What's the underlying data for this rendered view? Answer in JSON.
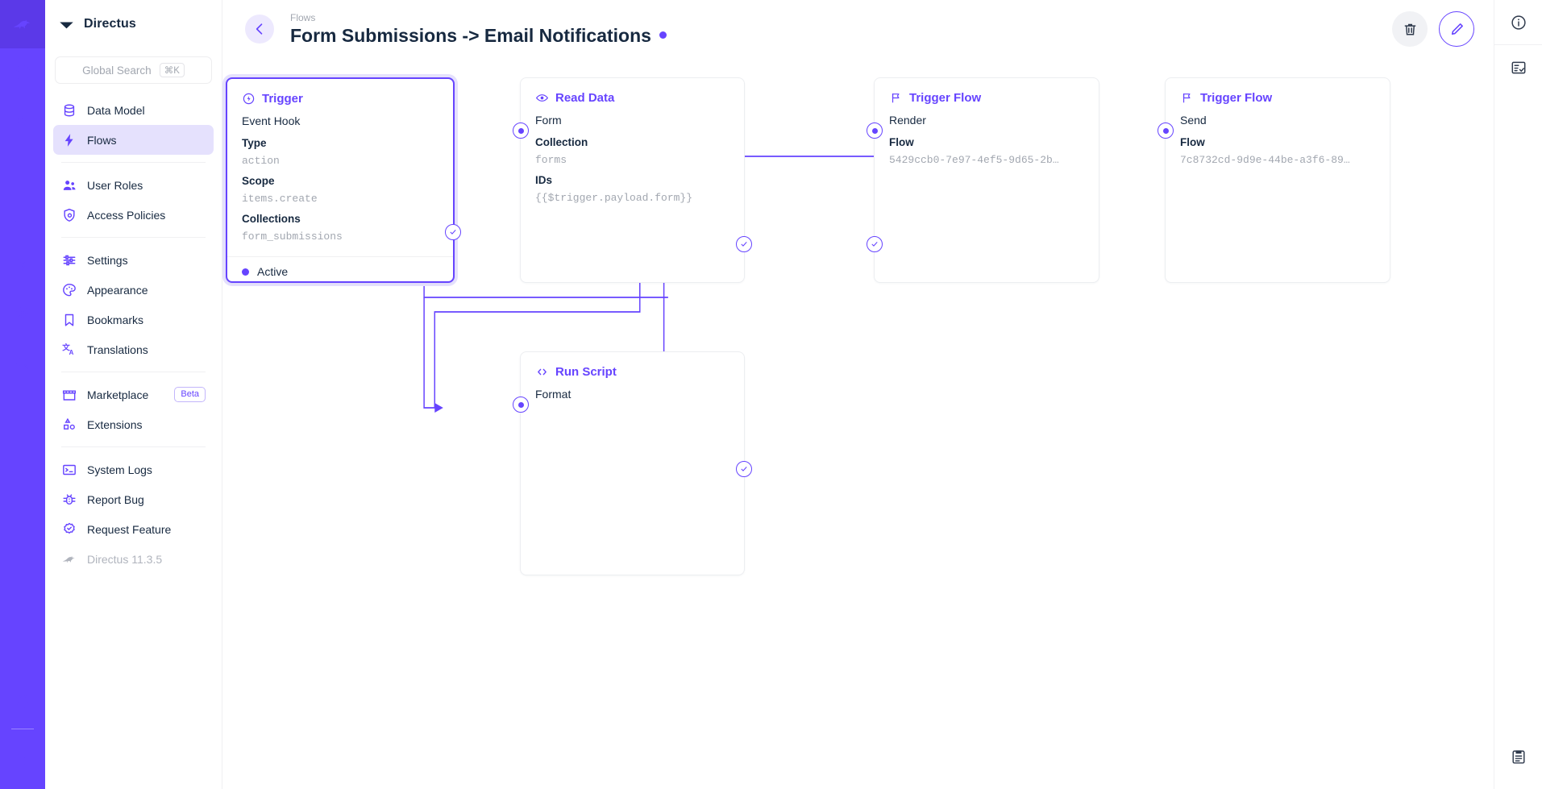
{
  "rail": {
    "items": [
      {
        "name": "logo",
        "icon": "directus-rabbit-logo"
      },
      {
        "name": "content",
        "icon": "box-icon"
      },
      {
        "name": "user-directory",
        "icon": "people-icon"
      },
      {
        "name": "file-library",
        "icon": "folder-icon"
      },
      {
        "name": "insights",
        "icon": "chart-icon"
      },
      {
        "name": "docs",
        "icon": "help-circle-icon"
      },
      {
        "name": "settings",
        "icon": "gear-icon"
      },
      {
        "name": "search",
        "icon": "search-icon"
      }
    ],
    "bottom": [
      {
        "name": "notifications",
        "icon": "bell-icon"
      },
      {
        "name": "account",
        "icon": "account-circle-icon"
      }
    ]
  },
  "sidebar": {
    "title": "Directus",
    "logo_icon": "directus-diamond-logo",
    "search": {
      "placeholder": "Global Search",
      "shortcut": "⌘K",
      "icon": "search-icon"
    },
    "groups": [
      {
        "items": [
          {
            "label": "Data Model",
            "icon": "database-icon",
            "active": false
          },
          {
            "label": "Flows",
            "icon": "bolt-icon",
            "active": true
          }
        ]
      },
      {
        "items": [
          {
            "label": "User Roles",
            "icon": "people-icon",
            "active": false
          },
          {
            "label": "Access Policies",
            "icon": "shield-lock-icon",
            "active": false
          }
        ]
      },
      {
        "items": [
          {
            "label": "Settings",
            "icon": "sliders-icon",
            "active": false
          },
          {
            "label": "Appearance",
            "icon": "palette-icon",
            "active": false
          },
          {
            "label": "Bookmarks",
            "icon": "bookmark-icon",
            "active": false
          },
          {
            "label": "Translations",
            "icon": "translate-icon",
            "active": false
          }
        ]
      },
      {
        "items": [
          {
            "label": "Marketplace",
            "icon": "storefront-icon",
            "badge": "Beta",
            "active": false
          },
          {
            "label": "Extensions",
            "icon": "shapes-icon",
            "active": false
          }
        ]
      },
      {
        "items": [
          {
            "label": "System Logs",
            "icon": "terminal-icon",
            "active": false
          },
          {
            "label": "Report Bug",
            "icon": "bug-icon",
            "active": false
          },
          {
            "label": "Request Feature",
            "icon": "badge-check-icon",
            "active": false
          },
          {
            "label": "Directus 11.3.5",
            "icon": "directus-rabbit-logo",
            "active": false,
            "muted": true
          }
        ]
      }
    ]
  },
  "header": {
    "back_icon": "arrow-left-icon",
    "breadcrumb": "Flows",
    "title": "Form Submissions -> Email Notifications",
    "status_dot_color": "#6644ff",
    "actions": [
      {
        "name": "delete-flow-button",
        "icon": "trash-icon"
      },
      {
        "name": "edit-flow-button",
        "icon": "pencil-icon"
      }
    ]
  },
  "right_rail": {
    "items": [
      {
        "name": "flow-info-button",
        "icon": "info-circle-icon"
      },
      {
        "name": "flow-logs-button",
        "icon": "list-check-icon"
      }
    ],
    "bottom": [
      {
        "name": "clipboard-button",
        "icon": "clipboard-icon"
      }
    ]
  },
  "flow": {
    "nodes": [
      {
        "id": "trigger",
        "kind": "trigger",
        "icon": "trigger-bolt-circle-icon",
        "title": "Trigger",
        "subtitle": "Event Hook",
        "selected": true,
        "fields": [
          {
            "key": "Type",
            "value": "action"
          },
          {
            "key": "Scope",
            "value": "items.create"
          },
          {
            "key": "Collections",
            "value": "form_submissions"
          }
        ],
        "footer": {
          "label": "Active",
          "dot_color": "#6644ff"
        }
      },
      {
        "id": "read-data",
        "kind": "operation",
        "icon": "eye-icon",
        "title": "Read Data",
        "subtitle": "Form",
        "fields": [
          {
            "key": "Collection",
            "value": "forms"
          },
          {
            "key": "IDs",
            "value": "{{$trigger.payload.form}}"
          }
        ]
      },
      {
        "id": "run-script",
        "kind": "operation",
        "icon": "code-brackets-icon",
        "title": "Run Script",
        "subtitle": "Format",
        "fields": []
      },
      {
        "id": "trigger-flow-render",
        "kind": "operation",
        "icon": "flag-icon",
        "title": "Trigger Flow",
        "subtitle": "Render",
        "fields": [
          {
            "key": "Flow",
            "value": "5429ccb0-7e97-4ef5-9d65-2b…"
          }
        ]
      },
      {
        "id": "trigger-flow-send",
        "kind": "operation",
        "icon": "flag-icon",
        "title": "Trigger Flow",
        "subtitle": "Send",
        "fields": [
          {
            "key": "Flow",
            "value": "7c8732cd-9d9e-44be-a3f6-89…"
          }
        ]
      }
    ],
    "accent_color": "#6644ff",
    "edge_color": "#6644ff"
  }
}
